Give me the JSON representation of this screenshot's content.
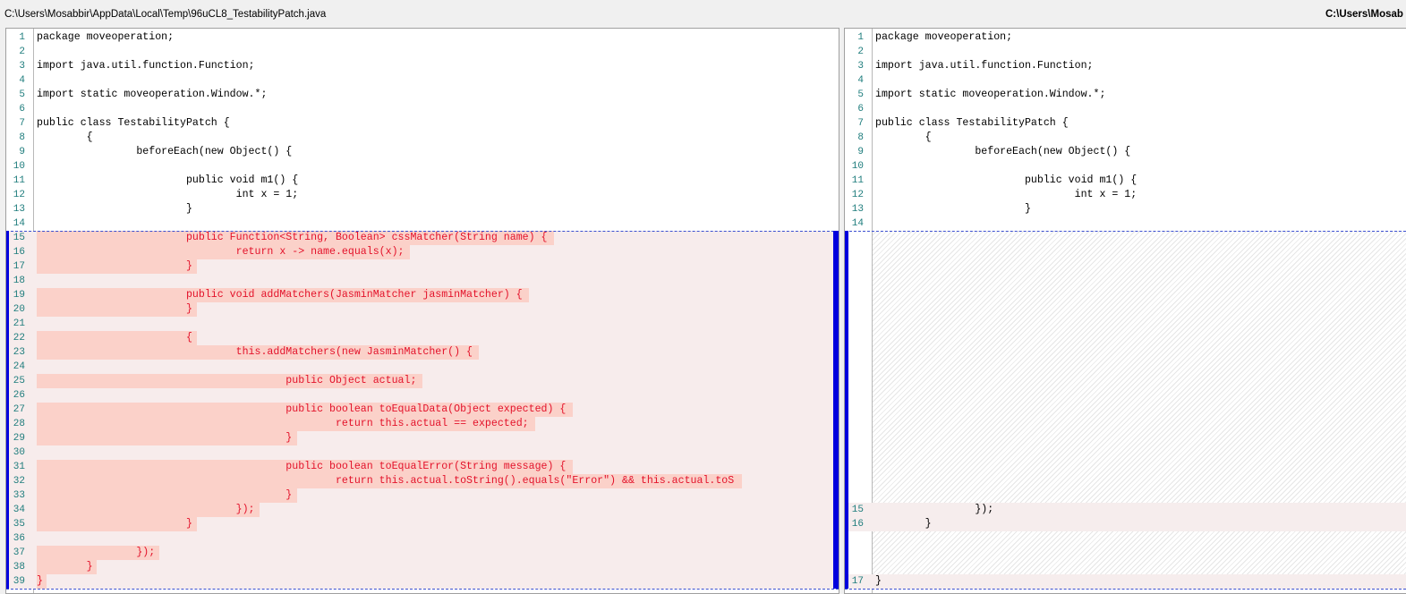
{
  "title_bar": {
    "left_path": "C:\\Users\\Mosabbir\\AppData\\Local\\Temp\\96uCL8_TestabilityPatch.java",
    "right_path": "C:\\Users\\Mosab"
  },
  "colors": {
    "deleted_text": "#e3122a",
    "deleted_highlight": "#fbd1c9",
    "changed_block": "#f7ecec",
    "change_marker": "#0000dd",
    "line_number": "#1f7d7d"
  },
  "left_lines": [
    {
      "n": "1",
      "text": "package moveoperation;"
    },
    {
      "n": "2",
      "text": ""
    },
    {
      "n": "3",
      "text": "import java.util.function.Function;"
    },
    {
      "n": "4",
      "text": ""
    },
    {
      "n": "5",
      "text": "import static moveoperation.Window.*;"
    },
    {
      "n": "6",
      "text": ""
    },
    {
      "n": "7",
      "text": "public class TestabilityPatch {"
    },
    {
      "n": "8",
      "text": "        {"
    },
    {
      "n": "9",
      "text": "                beforeEach(new Object() {"
    },
    {
      "n": "10",
      "text": ""
    },
    {
      "n": "11",
      "text": "                        public void m1() {"
    },
    {
      "n": "12",
      "text": "                                int x = 1;"
    },
    {
      "n": "13",
      "text": "                        }"
    },
    {
      "n": "14",
      "text": ""
    },
    {
      "n": "15",
      "text": "                        public Function<String, Boolean> cssMatcher(String name) {"
    },
    {
      "n": "16",
      "text": "                                return x -> name.equals(x);"
    },
    {
      "n": "17",
      "text": "                        }"
    },
    {
      "n": "18",
      "text": ""
    },
    {
      "n": "19",
      "text": "                        public void addMatchers(JasminMatcher jasminMatcher) {"
    },
    {
      "n": "20",
      "text": "                        }"
    },
    {
      "n": "21",
      "text": ""
    },
    {
      "n": "22",
      "text": "                        {"
    },
    {
      "n": "23",
      "text": "                                this.addMatchers(new JasminMatcher() {"
    },
    {
      "n": "24",
      "text": ""
    },
    {
      "n": "25",
      "text": "                                        public Object actual;"
    },
    {
      "n": "26",
      "text": ""
    },
    {
      "n": "27",
      "text": "                                        public boolean toEqualData(Object expected) {"
    },
    {
      "n": "28",
      "text": "                                                return this.actual == expected;"
    },
    {
      "n": "29",
      "text": "                                        }"
    },
    {
      "n": "30",
      "text": ""
    },
    {
      "n": "31",
      "text": "                                        public boolean toEqualError(String message) {"
    },
    {
      "n": "32",
      "text": "                                                return this.actual.toString().equals(\"Error\") && this.actual.toS"
    },
    {
      "n": "33",
      "text": "                                        }"
    },
    {
      "n": "34",
      "text": "                                });"
    },
    {
      "n": "35",
      "text": "                        }"
    },
    {
      "n": "36",
      "text": ""
    },
    {
      "n": "37",
      "text": "                });"
    },
    {
      "n": "38",
      "text": "        }"
    },
    {
      "n": "39",
      "text": "}"
    }
  ],
  "right_lines": [
    {
      "n": "1",
      "text": "package moveoperation;"
    },
    {
      "n": "2",
      "text": ""
    },
    {
      "n": "3",
      "text": "import java.util.function.Function;"
    },
    {
      "n": "4",
      "text": ""
    },
    {
      "n": "5",
      "text": "import static moveoperation.Window.*;"
    },
    {
      "n": "6",
      "text": ""
    },
    {
      "n": "7",
      "text": "public class TestabilityPatch {"
    },
    {
      "n": "8",
      "text": "        {"
    },
    {
      "n": "9",
      "text": "                beforeEach(new Object() {"
    },
    {
      "n": "10",
      "text": ""
    },
    {
      "n": "11",
      "text": "                        public void m1() {"
    },
    {
      "n": "12",
      "text": "                                int x = 1;"
    },
    {
      "n": "13",
      "text": "                        }"
    },
    {
      "n": "14",
      "text": ""
    },
    {
      "n": "15",
      "text": "                });"
    },
    {
      "n": "16",
      "text": "        }"
    },
    {
      "n": "17",
      "text": "}"
    }
  ]
}
